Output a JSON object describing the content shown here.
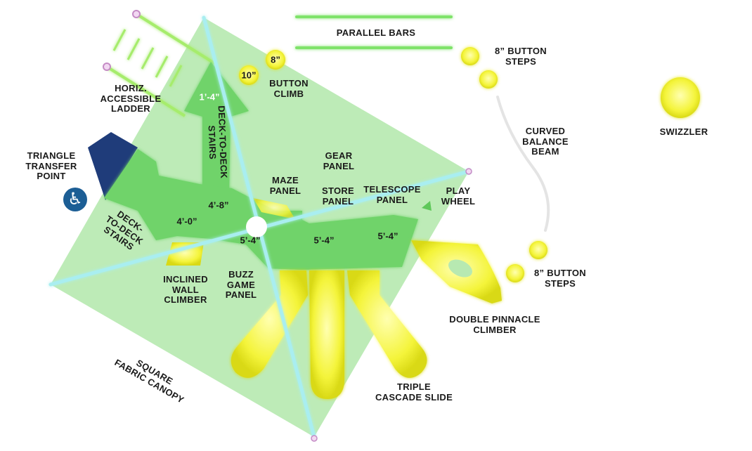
{
  "labels": {
    "parallel_bars": "PARALLEL BARS",
    "button_steps_top": [
      "8” BUTTON",
      "STEPS"
    ],
    "button_climb": [
      "BUTTON",
      "CLIMB"
    ],
    "button_8": "8”",
    "button_10": "10”",
    "horiz_ladder": [
      "HORIZ.",
      "ACCESSIBLE",
      "LADDER"
    ],
    "triangle_transfer": [
      "TRIANGLE",
      "TRANSFER",
      "POINT"
    ],
    "deck_stairs_top": [
      "DECK-TO-DECK",
      "STAIRS"
    ],
    "deck_stairs_left": [
      "DECK-",
      "TO-DECK",
      "STAIRS"
    ],
    "maze_panel": [
      "MAZE",
      "PANEL"
    ],
    "gear_panel": [
      "GEAR",
      "PANEL"
    ],
    "store_panel": [
      "STORE",
      "PANEL"
    ],
    "telescope_panel": [
      "TELESCOPE",
      "PANEL"
    ],
    "play_wheel": [
      "PLAY",
      "WHEEL"
    ],
    "curved_balance_beam": [
      "CURVED",
      "BALANCE",
      "BEAM"
    ],
    "swizzler": "SWIZZLER",
    "button_steps_bottom": [
      "8” BUTTON",
      "STEPS"
    ],
    "double_pinnacle": [
      "DOUBLE PINNACLE",
      "CLIMBER"
    ],
    "triple_cascade": [
      "TRIPLE",
      "CASCADE SLIDE"
    ],
    "inclined_wall": [
      "INCLINED",
      "WALL",
      "CLIMBER"
    ],
    "buzz_game": [
      "BUZZ",
      "GAME",
      "PANEL"
    ],
    "square_canopy": [
      "SQUARE",
      "FABRIC CANOPY"
    ]
  },
  "dimensions": {
    "d1": "1’-4”",
    "d2": "4’-8”",
    "d3": "4’-0”",
    "d4": "5’-4”",
    "d5": "5’-4”",
    "d6": "5’-4”"
  },
  "colors": {
    "canopy": "#b6e8b0",
    "deck": "#6fd36a",
    "yellow": "#f4f43a",
    "pole": "#a9eef0",
    "accessible": "#1c5e95",
    "triangle": "#1f3c7a"
  },
  "icons": {
    "accessible": "wheelchair-icon"
  }
}
